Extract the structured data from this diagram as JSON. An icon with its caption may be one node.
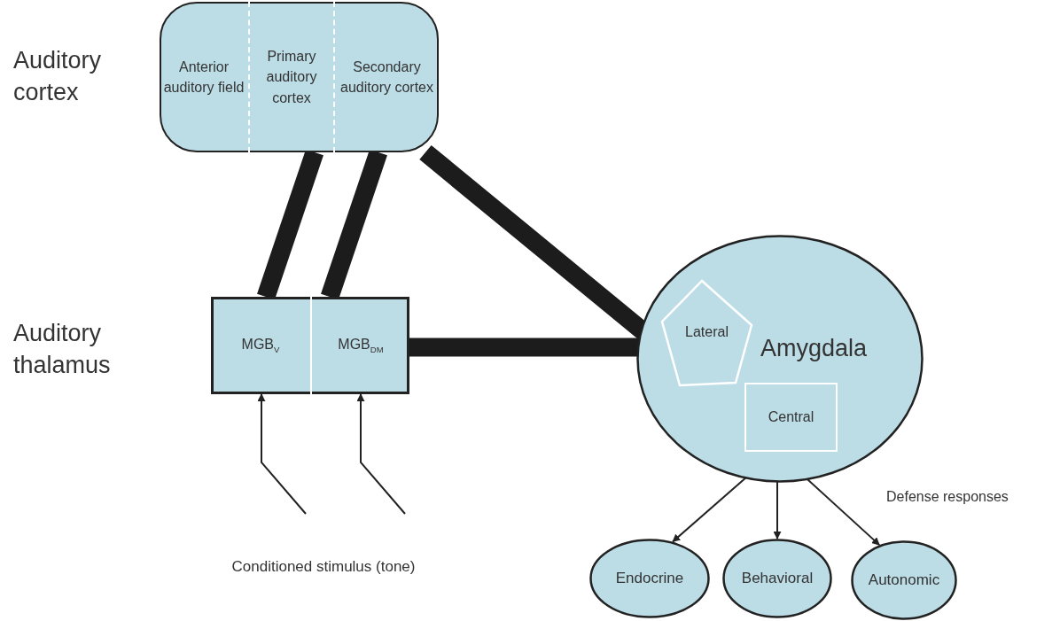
{
  "diagram": {
    "nodes": [
      {
        "text": [],
        "shape": "box"
      },
      {
        "text": [
          "Anterior auditory field"
        ],
        "in": 0
      },
      {
        "text": [
          "Primary auditory cortex"
        ],
        "in": 0
      },
      {
        "text": [
          "Secondary auditory cortex"
        ],
        "in": 0
      },
      {
        "text": [],
        "shape": "box"
      },
      {
        "text": [
          "MGB$_{V}$"
        ],
        "in": 4
      },
      {
        "text": [
          "MGB$_{DM}$"
        ],
        "in": 4
      },
      {
        "text": [
          "Amygdala"
        ]
      },
      {
        "text": [
          "Lateral"
        ],
        "in": 7
      },
      {
        "text": [
          "Central"
        ],
        "in": 7
      },
      {
        "text": [
          "Conditioned stimulus (tone)"
        ]
      },
      {
        "text": [
          "Endocrine"
        ]
      },
      {
        "text": [
          "Behavioral"
        ]
      },
      {
        "text": [
          "Autonomic"
        ]
      }
    ],
    "edges": [
      {
        "from": 2,
        "to": 5,
        "arrow": "none",
        "style": "thick"
      },
      {
        "from": 3,
        "to": 6,
        "arrow": "none",
        "style": "thick"
      },
      {
        "from": 3,
        "to": 8,
        "arrow": "none",
        "style": "thick"
      },
      {
        "from": 6,
        "to": 8,
        "arrow": "none",
        "style": "thick"
      },
      {
        "from": 10,
        "to": 5,
        "arrow": "to"
      },
      {
        "from": 10,
        "to": 6,
        "arrow": "to"
      },
      {
        "from": 9,
        "to": 11,
        "arrow": "to"
      },
      {
        "from": 9,
        "to": 12,
        "arrow": "to"
      },
      {
        "from": 9,
        "to": 13,
        "arrow": "to"
      }
    ],
    "labels": [
      "Auditory cortex",
      "Auditory thalamus",
      "Defense responses"
    ]
  }
}
